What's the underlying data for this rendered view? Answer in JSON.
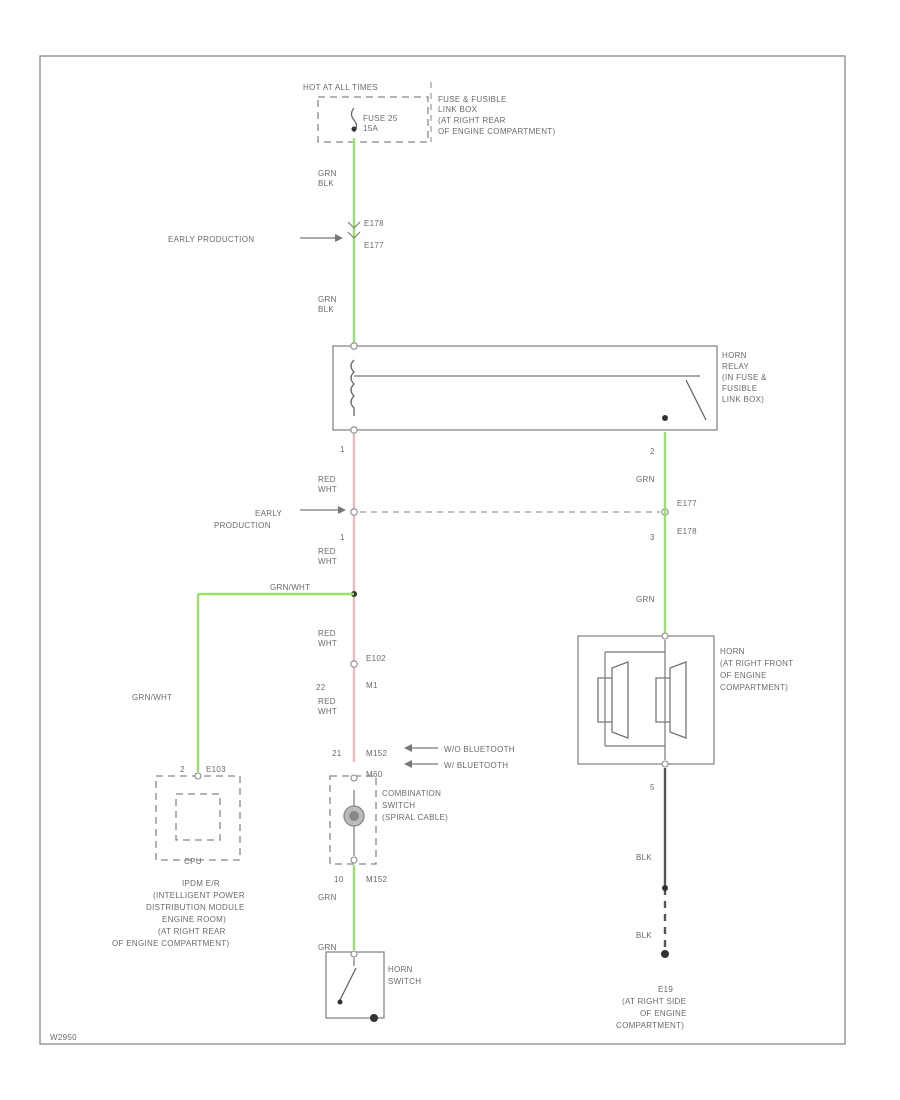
{
  "colors": {
    "green": "#99e26e",
    "red": "#f2b8bd",
    "black": "#555555",
    "outline": "#888888"
  },
  "hot_label": "HOT AT ALL TIMES",
  "fuse": {
    "name": "FUSE 25",
    "rating": "15A",
    "location": [
      "FUSE & FUSIBLE",
      "LINK BOX",
      "(AT RIGHT REAR",
      "OF ENGINE COMPARTMENT)"
    ]
  },
  "wires": {
    "w1": [
      "GRN",
      "BLK"
    ],
    "w2": [
      "GRN",
      "BLK"
    ],
    "w3": [
      "RED",
      "WHT"
    ],
    "w4": [
      "RED",
      "WHT"
    ],
    "w5": [
      "RED",
      "WHT"
    ],
    "w6": [
      "RED",
      "WHT"
    ],
    "w7": "GRN",
    "w8": "GRN",
    "w9": "BLK",
    "w10": "BLK",
    "ipdm_wire": "GRN/WHT",
    "ipdm_wire2": "GRN/WHT"
  },
  "early_production": "EARLY PRODUCTION",
  "early_production_2": [
    "EARLY",
    "PRODUCTION"
  ],
  "connectors": {
    "e178": "E178",
    "e177": "E177",
    "e177b": "E177",
    "e178b": "E178",
    "e102": "E102",
    "m1": "M1",
    "m152": "M152",
    "m60": "M60",
    "m152b": "M152",
    "e103": "E103",
    "e19": "E19"
  },
  "pins": {
    "p1": "1",
    "p2": "1",
    "p3": "2",
    "p4": "3",
    "p5": "22",
    "p6": "21",
    "p7": "10",
    "p8": "2",
    "p9": "5"
  },
  "relay": {
    "name": [
      "HORN",
      "RELAY",
      "(IN FUSE &",
      "FUSIBLE",
      "LINK BOX)"
    ]
  },
  "horn": {
    "name": [
      "HORN",
      "(AT RIGHT FRONT",
      "OF ENGINE",
      "COMPARTMENT)"
    ]
  },
  "bluetooth": [
    "W/O BLUETOOTH",
    "W/ BLUETOOTH"
  ],
  "combination_switch": [
    "COMBINATION",
    "SWITCH",
    "(SPIRAL CABLE)"
  ],
  "horn_switch": [
    "HORN",
    "SWITCH"
  ],
  "ipdm": {
    "tag": "CPU",
    "label": [
      "IPDM E/R",
      "(INTELLIGENT POWER",
      "DISTRIBUTION MODULE",
      "ENGINE ROOM)",
      "(AT RIGHT REAR",
      "OF ENGINE COMPARTMENT)"
    ]
  },
  "ground": {
    "name": "E19",
    "location": [
      "(AT RIGHT SIDE",
      "OF ENGINE",
      "COMPARTMENT)"
    ]
  },
  "figure_code": "W2950"
}
